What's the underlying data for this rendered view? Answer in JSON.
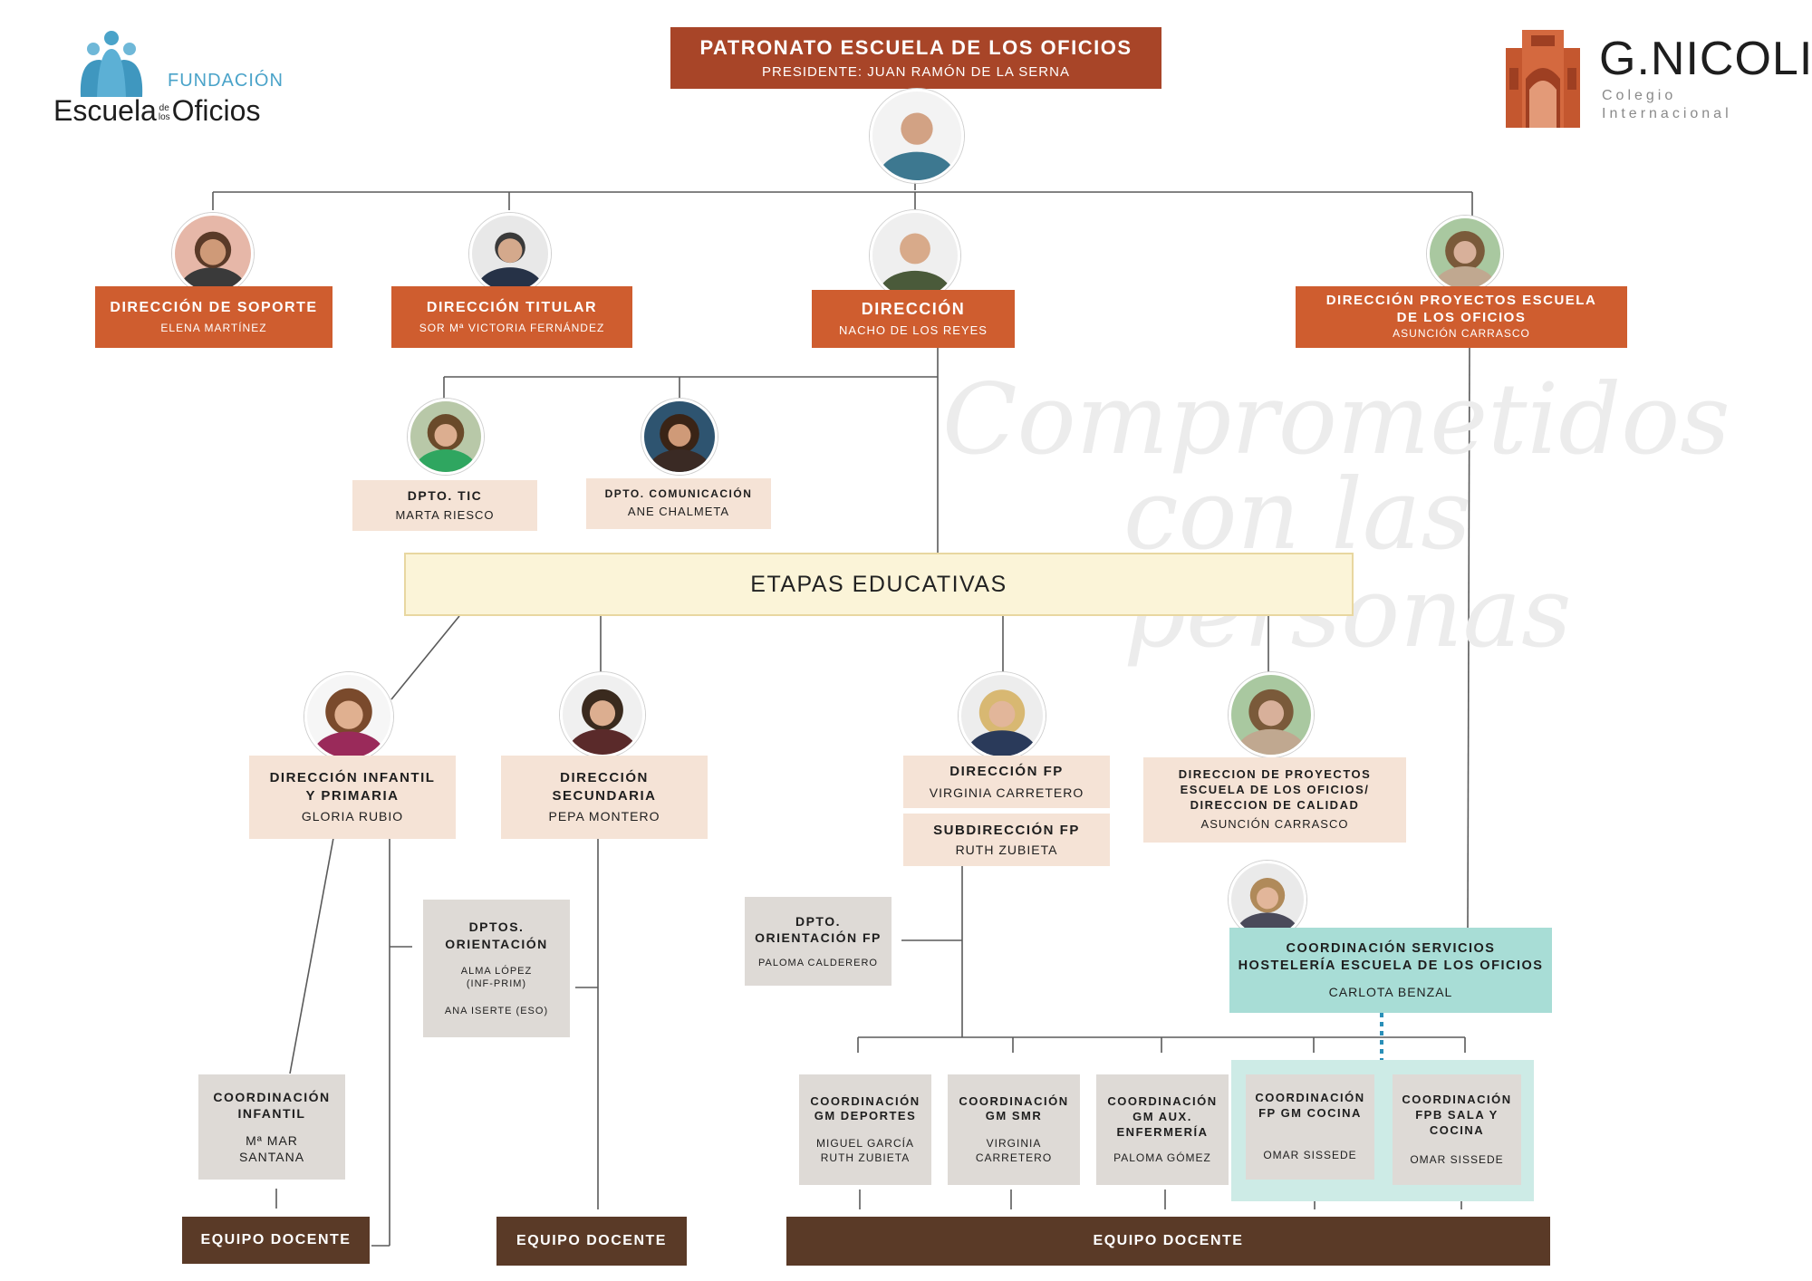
{
  "header": {
    "title": "PATRONATO ESCUELA DE LOS OFICIOS",
    "subtitle": "PRESIDENTE: JUAN RAMÓN DE LA SERNA"
  },
  "logo_left": {
    "top": "FUNDACIÓN",
    "word1": "Escuela",
    "small1": "de",
    "small2": "los",
    "word2": "Oficios"
  },
  "logo_right": {
    "name": "G.NICOLI",
    "line1": "Colegio",
    "line2": "Internacional"
  },
  "watermark": {
    "line1": "Comprometidos",
    "line2": "con las personas"
  },
  "center_band": "ETAPAS EDUCATIVAS",
  "nodes": {
    "soporte": {
      "title": "DIRECCIÓN DE SOPORTE",
      "name": "ELENA MARTÍNEZ"
    },
    "titular": {
      "title": "DIRECCIÓN TITULAR",
      "name": "SOR Mª VICTORIA FERNÁNDEZ"
    },
    "direccion": {
      "title": "DIRECCIÓN",
      "name": "NACHO DE LOS REYES"
    },
    "proyectos": {
      "title": "DIRECCIÓN PROYECTOS ESCUELA\nDE LOS OFICIOS",
      "name": "ASUNCIÓN CARRASCO"
    },
    "tic": {
      "title": "DPTO. TIC",
      "name": "MARTA RIESCO"
    },
    "comunicacion": {
      "title": "DPTO. COMUNICACIÓN",
      "name": "ANE CHALMETA"
    },
    "infantil": {
      "title": "DIRECCIÓN INFANTIL\nY PRIMARIA",
      "name": "GLORIA RUBIO"
    },
    "secundaria": {
      "title": "DIRECCIÓN\nSECUNDARIA",
      "name": "PEPA MONTERO"
    },
    "fp": {
      "title": "DIRECCIÓN FP",
      "name": "VIRGINIA CARRETERO"
    },
    "subfp": {
      "title": "SUBDIRECCIÓN FP",
      "name": "RUTH ZUBIETA"
    },
    "calidad": {
      "title": "DIRECCION DE PROYECTOS\nESCUELA DE LOS OFICIOS/\nDIRECCION DE CALIDAD",
      "name": "ASUNCIÓN CARRASCO"
    },
    "orientacion": {
      "title": "DPTOS.\nORIENTACIÓN",
      "name1": "ALMA LÓPEZ\n(INF-PRIM)",
      "name2": "ANA ISERTE (ESO)"
    },
    "orientacion_fp": {
      "title": "DPTO.\nORIENTACIÓN FP",
      "name": "PALOMA CALDERERO"
    },
    "hosteleria": {
      "title": "COORDINACIÓN SERVICIOS\nHOSTELERÍA ESCUELA DE LOS OFICIOS",
      "name": "CARLOTA BENZAL"
    },
    "coord_infantil": {
      "title": "COORDINACIÓN\nINFANTIL",
      "name": "Mª MAR\nSANTANA"
    },
    "coord_deportes": {
      "title": "COORDINACIÓN\nGM DEPORTES",
      "name": "MIGUEL GARCÍA\nRUTH ZUBIETA"
    },
    "coord_smr": {
      "title": "COORDINACIÓN\nGM SMR",
      "name": "VIRGINIA\nCARRETERO"
    },
    "coord_enfermeria": {
      "title": "COORDINACIÓN\nGM AUX.\nENFERMERÍA",
      "name": "PALOMA GÓMEZ"
    },
    "coord_cocina": {
      "title": "COORDINACIÓN\nFP GM COCINA",
      "name": "OMAR SISSEDE"
    },
    "coord_fpb": {
      "title": "COORDINACIÓN\nFPB SALA Y\nCOCINA",
      "name": "OMAR SISSEDE"
    }
  },
  "equipo": [
    "EQUIPO DOCENTE",
    "EQUIPO DOCENTE",
    "EQUIPO DOCENTE"
  ],
  "colors": {
    "header": "#a84528",
    "director": "#cf5d2f",
    "beige": "#f5e3d6",
    "grey": "#dedad6",
    "teal": "#a8ddd6",
    "brown": "#5a3a27",
    "band": "#fbf4d8",
    "logo_blue": "#4aa3c9",
    "logo_brick": "#c4572f",
    "dotted_link": "#2a8fb8"
  }
}
